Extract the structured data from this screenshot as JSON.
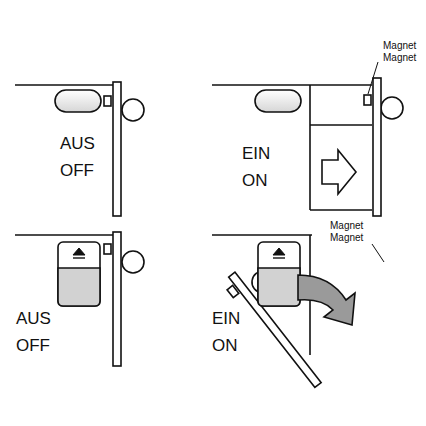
{
  "diagram": {
    "labels": [
      "AUS OFF",
      "EIN ON",
      "Magnet Magnet",
      "AUS OFF",
      "EIN ON",
      "Magnet Magnet"
    ]
  }
}
